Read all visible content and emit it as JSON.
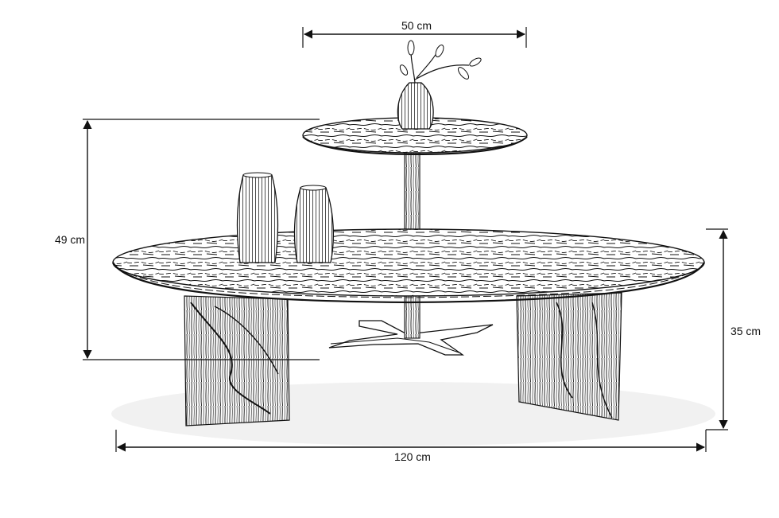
{
  "dimensions": {
    "top_width": "50 cm",
    "total_height": "49 cm",
    "table_height": "35 cm",
    "total_length": "120 cm"
  },
  "colors": {
    "line": "#111111",
    "background": "#ffffff",
    "shadow": "#e6e6e6"
  }
}
